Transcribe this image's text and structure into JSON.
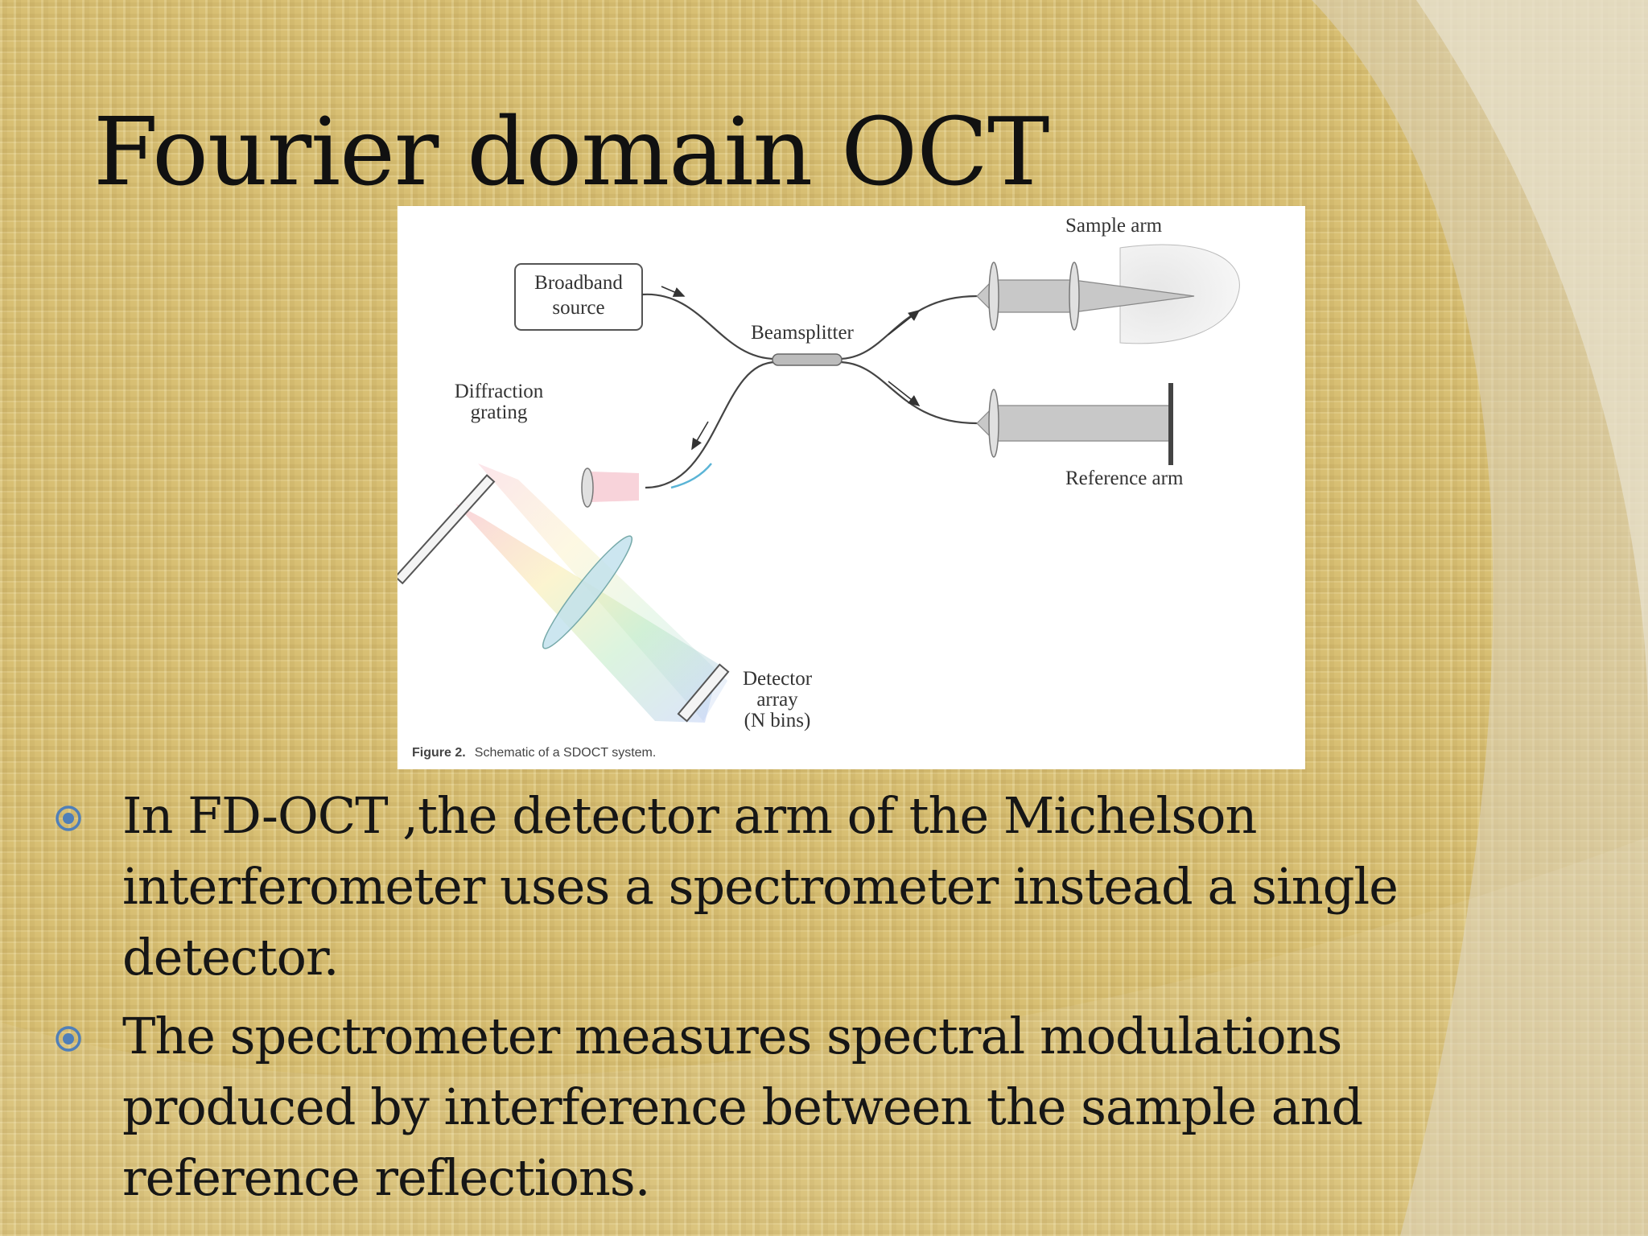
{
  "slide": {
    "title": "Fourier domain OCT",
    "figure": {
      "labels": {
        "broadband_line1": "Broadband",
        "broadband_line2": "source",
        "beamsplitter": "Beamsplitter",
        "sample_arm": "Sample arm",
        "reference_arm": "Reference arm",
        "grating_line1": "Diffraction",
        "grating_line2": "grating",
        "detector_line1": "Detector",
        "detector_line2": "array",
        "detector_line3": "(N bins)"
      },
      "caption_label": "Figure 2.",
      "caption_text": "Schematic of a SDOCT system."
    },
    "bullets": [
      "In FD-OCT ,the detector arm of the Michelson interferometer uses a spectrometer instead a single detector.",
      "The spectrometer measures spectral modulations produced by interference between the sample and reference reflections."
    ],
    "colors": {
      "background": "#d8bf73",
      "bullet_icon": "#4f7fb8",
      "title_text": "#111111"
    }
  }
}
